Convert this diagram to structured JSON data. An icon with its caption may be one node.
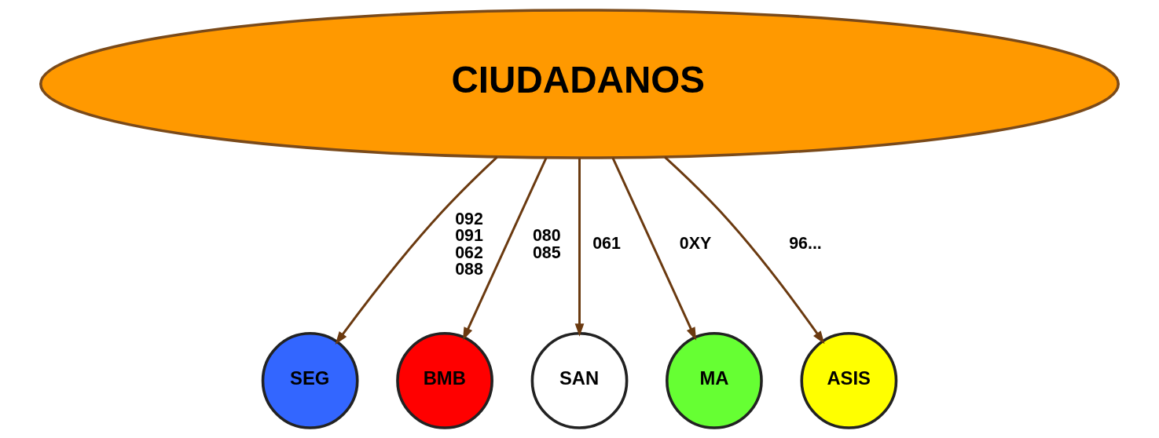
{
  "diagram": {
    "nodes": [
      {
        "text": [
          "CIUDADANOS"
        ]
      },
      {
        "text": [
          "SEG"
        ]
      },
      {
        "text": [
          "BMB"
        ]
      },
      {
        "text": [
          "SAN"
        ]
      },
      {
        "text": [
          "MA"
        ]
      },
      {
        "text": [
          "ASIS"
        ]
      }
    ],
    "edges": [
      {
        "from": 0,
        "to": 1,
        "arrow": "to",
        "label": "092 091 062 088"
      },
      {
        "from": 0,
        "to": 2,
        "arrow": "to",
        "label": "080 085"
      },
      {
        "from": 0,
        "to": 3,
        "arrow": "to",
        "label": "061"
      },
      {
        "from": 0,
        "to": 4,
        "arrow": "to",
        "label": "0XY"
      },
      {
        "from": 0,
        "to": 5,
        "arrow": "to",
        "label": "96..."
      }
    ]
  }
}
